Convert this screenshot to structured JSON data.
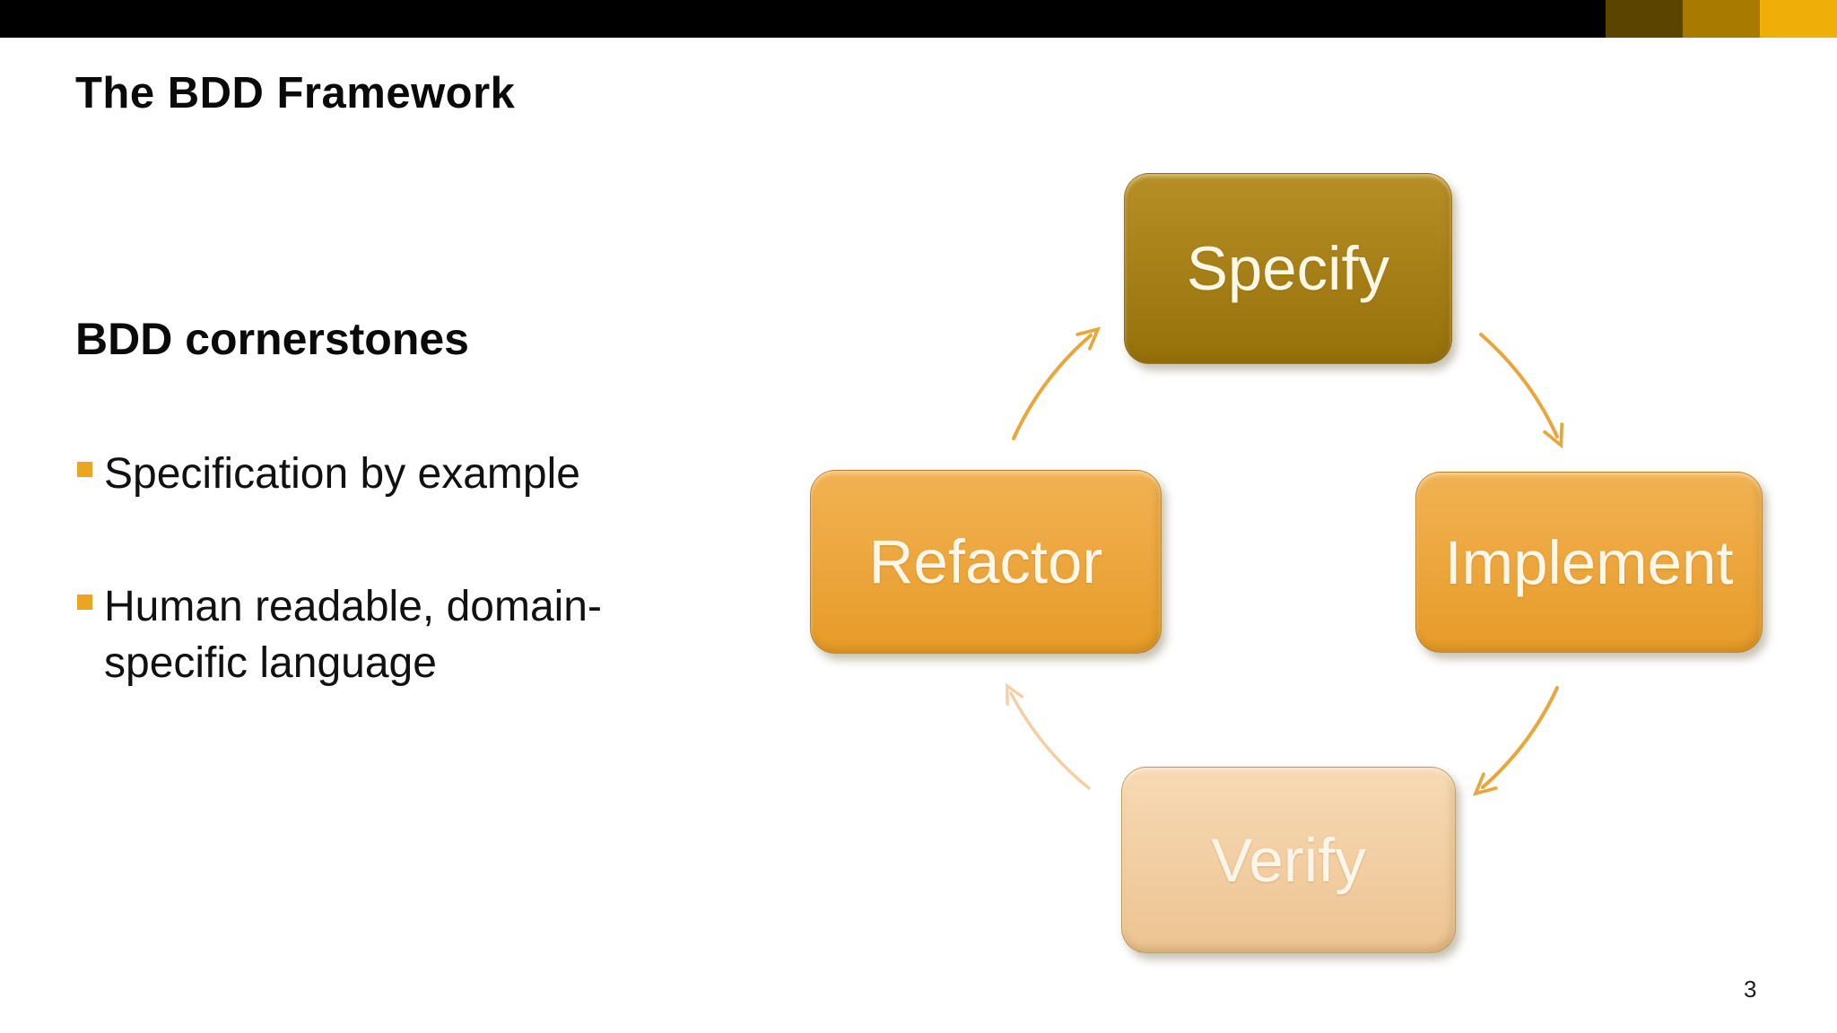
{
  "slide": {
    "title": "The BDD Framework",
    "subheading": "BDD cornerstones",
    "bullets": [
      {
        "text": "Specification by example"
      },
      {
        "text": "Human readable, domain-\nspecific language"
      }
    ],
    "bullet_color": "#eaa621",
    "page_number": "3",
    "background_color": "#ffffff"
  },
  "top_bar": {
    "bar_color": "#000000",
    "accent_squares": [
      {
        "color": "#5b4300"
      },
      {
        "color": "#a87a00"
      },
      {
        "color": "#efae08"
      }
    ]
  },
  "diagram": {
    "type": "cycle",
    "nodes": [
      {
        "id": "specify",
        "label": "Specify",
        "fill_top": "#b78f26",
        "fill_bottom": "#96700a",
        "text_color": "#fdf7e7"
      },
      {
        "id": "implement",
        "label": "Implement",
        "fill_top": "#f2b253",
        "fill_bottom": "#e79b28",
        "text_color": "#fdf7ea"
      },
      {
        "id": "verify",
        "label": "Verify",
        "fill_top": "#f7dab4",
        "fill_bottom": "#edc392",
        "text_color": "#fcf5e9"
      },
      {
        "id": "refactor",
        "label": "Refactor",
        "fill_top": "#f2b253",
        "fill_bottom": "#e79b28",
        "text_color": "#fdf7ea"
      }
    ],
    "edges": [
      {
        "from": "Specify",
        "to": "Implement"
      },
      {
        "from": "Implement",
        "to": "Verify"
      },
      {
        "from": "Verify",
        "to": "Refactor"
      },
      {
        "from": "Refactor",
        "to": "Specify"
      }
    ],
    "arrow_color": "#e9a63a",
    "arrow_color_light": "#f4cfa4"
  }
}
